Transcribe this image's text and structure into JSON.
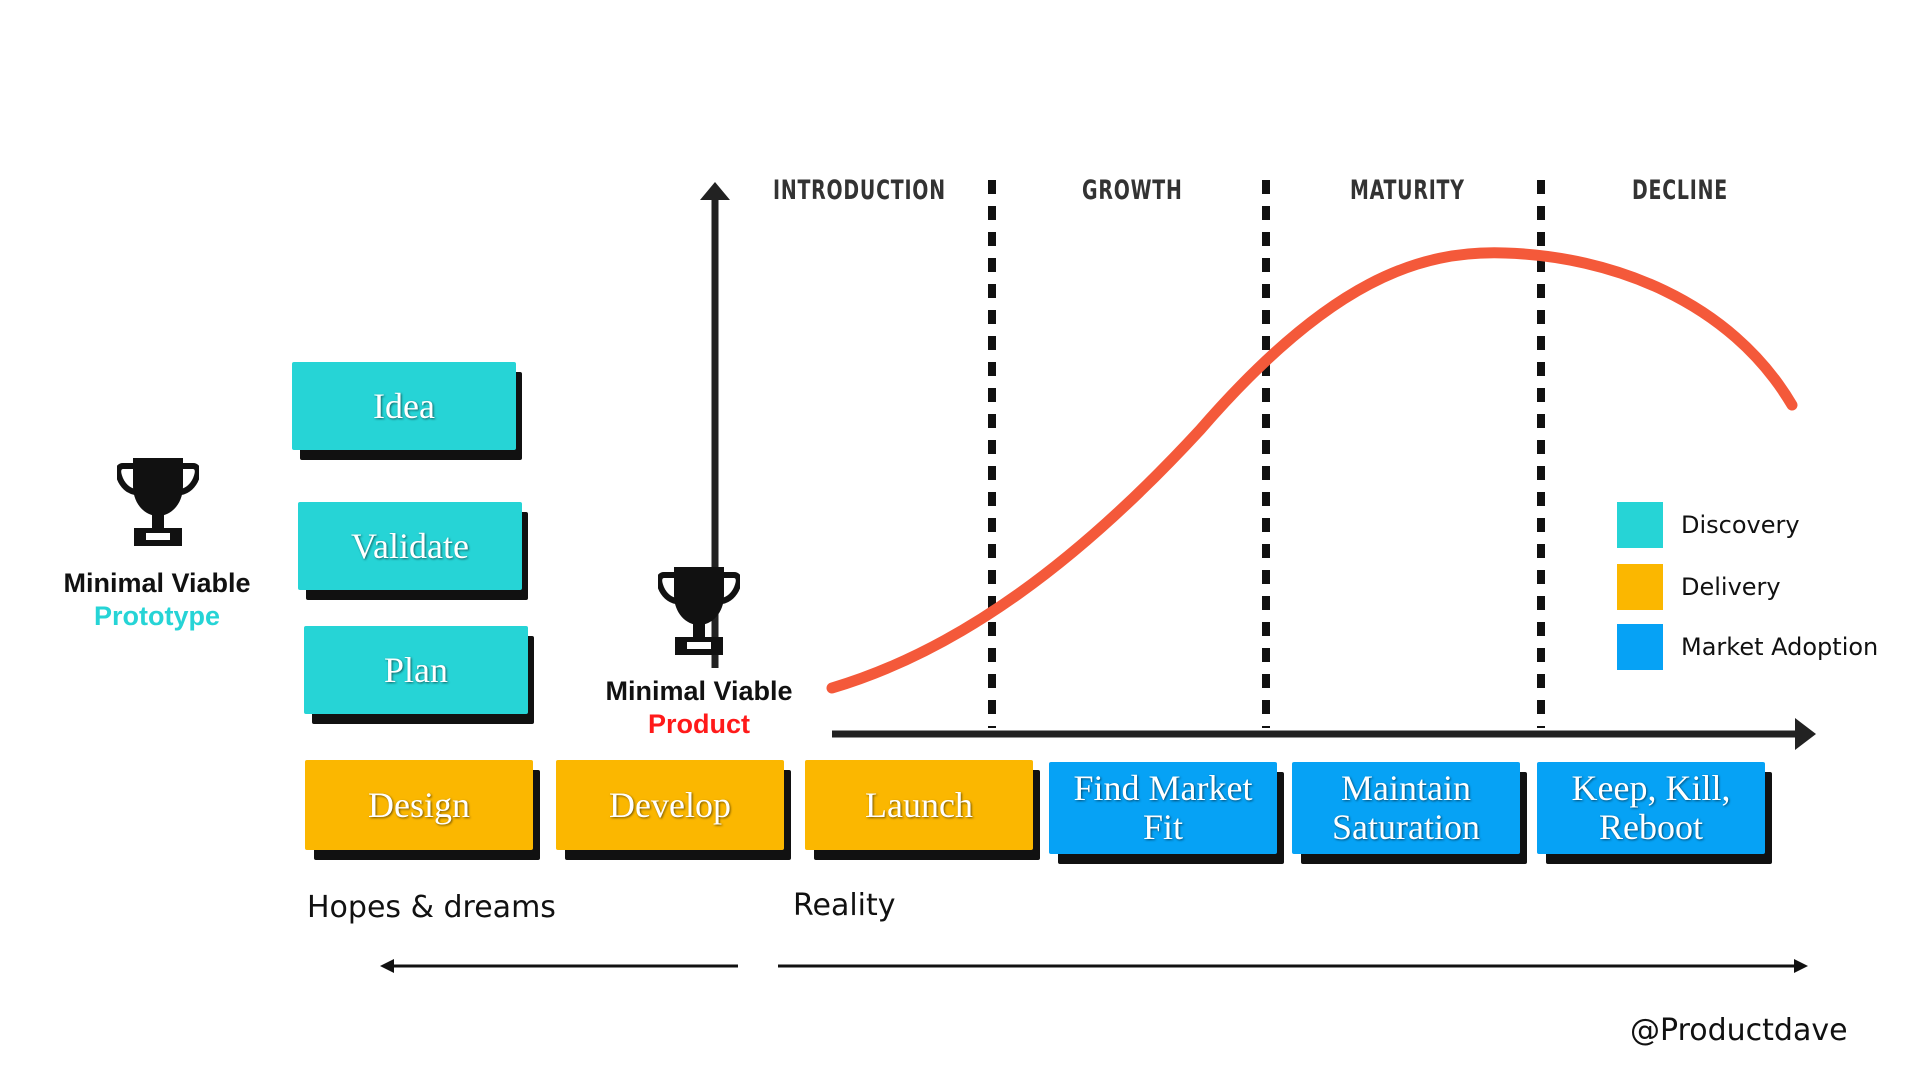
{
  "stages": [
    "INTRODUCTION",
    "GROWTH",
    "MATURITY",
    "DECLINE"
  ],
  "legend": [
    {
      "label": "Discovery",
      "color": "#26d4d6"
    },
    {
      "label": "Delivery",
      "color": "#fbb700"
    },
    {
      "label": "Market Adoption",
      "color": "#06a2f5"
    }
  ],
  "discovery_boxes": [
    "Idea",
    "Validate",
    "Plan"
  ],
  "delivery_boxes": [
    "Design",
    "Develop",
    "Launch"
  ],
  "market_boxes": [
    {
      "line1": "Find Market",
      "line2": "Fit"
    },
    {
      "line1": "Maintain",
      "line2": "Saturation"
    },
    {
      "line1": "Keep, Kill,",
      "line2": "Reboot"
    }
  ],
  "mvp_prototype": {
    "line1": "Minimal Viable",
    "line2": "Prototype"
  },
  "mvp_product": {
    "line1": "Minimal Viable",
    "line2": "Product"
  },
  "bottom_labels": {
    "left": "Hopes & dreams",
    "right": "Reality"
  },
  "credit": "@Productdave",
  "icons": [
    "trophy-icon",
    "trophy-icon"
  ],
  "colors": {
    "curve": "#f4593a",
    "prototype_text": "#26d4d6",
    "product_text": "#ff1a1a",
    "axis": "#222222"
  }
}
